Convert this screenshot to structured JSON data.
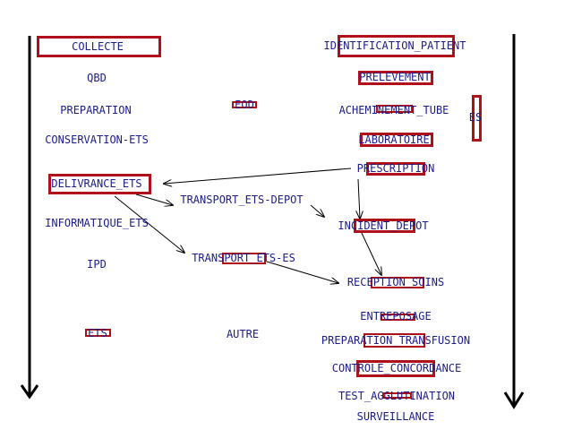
{
  "diagram": {
    "nodes": {
      "collecte": "COLLECTE",
      "qbd": "QBD",
      "preparation": "PREPARATION",
      "eod": "EOD",
      "conservation_ets": "CONSERVATION-ETS",
      "delivrance_ets": "DELIVRANCE_ETS",
      "transport_ets_depot": "TRANSPORT_ETS-DEPOT",
      "informatique_ets": "INFORMATIQUE_ETS",
      "ipd": "IPD",
      "transport_ets_es": "TRANSPORT_ETS-ES",
      "ets": "ETS",
      "autre": "AUTRE",
      "identification_patient": "IDENTIFICATION_PATIENT",
      "prelevement": "PRELEVEMENT",
      "acheminement_tube": "ACHEMINEMENT_TUBE",
      "es": "ES",
      "laboratoire": "LABORATOIRE",
      "prescription": "PRESCRIPTION",
      "incident_depot": "INCIDENT_DEPOT",
      "reception_soins": "RECEPTION_SOINS",
      "entreposage": "ENTREPOSAGE",
      "preparation_transfusion": "PREPARATION_TRANSFUSION",
      "controle_concordance": "CONTROLE_CONCORDANCE",
      "test_agglutination": "TEST_AGGLUTINATION",
      "surveillance": "SURVEILLANCE"
    },
    "colors": {
      "text": "#1c1c8c",
      "highlight": "#b0101a",
      "lines": "#000000"
    }
  }
}
